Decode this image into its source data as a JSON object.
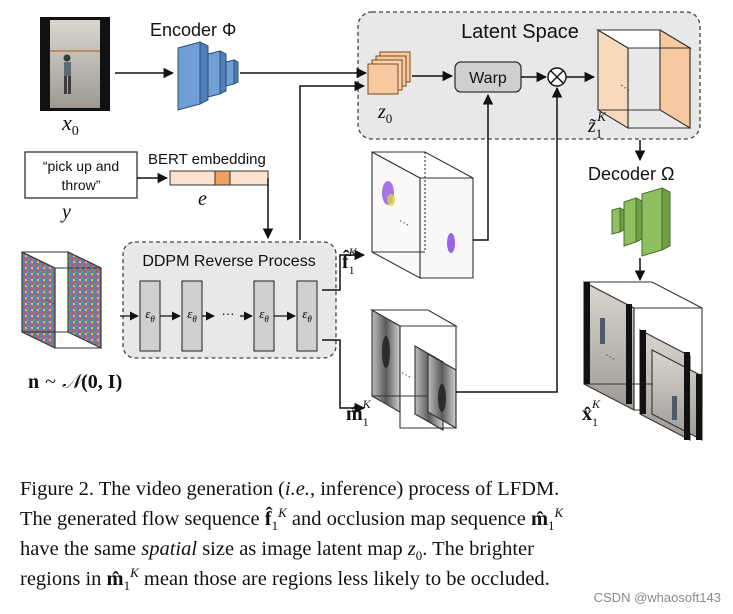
{
  "figure": {
    "labels": {
      "x0": "x",
      "x0_sub": "0",
      "encoder": "Encoder Φ",
      "latent_space": "Latent Space",
      "z0": "z",
      "z0_sub": "0",
      "warp": "Warp",
      "ztilde": "z̃",
      "ztilde_sub": "1",
      "ztilde_sup": "K",
      "decoder": "Decoder Ω",
      "prompt": "“pick up and throw”",
      "prompt_line1": "“pick up and",
      "prompt_line2": "throw”",
      "y": "y",
      "bert": "BERT embedding",
      "e": "e",
      "ddpm": "DDPM Reverse Process",
      "eps": "ε",
      "eps_sub": "θ",
      "dots": "···",
      "f_hat": "f̂",
      "f_sub": "1",
      "f_sup": "K",
      "m_hat": "m̂",
      "m_sub": "1",
      "m_sup": "K",
      "x_hat": "x̂",
      "x_sub": "1",
      "x_sup": "K",
      "noise": "n ~ 𝒩(0, I)",
      "noise_n": "n",
      "noise_tilde": "~",
      "noise_N": "𝒩",
      "noise_args": "(0, I)",
      "otimes": "⊗",
      "seq_dots": "···"
    },
    "colors": {
      "encoder_blue": "#6f9fd4",
      "latent_orange": "#f7c9a0",
      "decoder_green": "#8fc060",
      "box_gray": "#cfcfcf",
      "panel_gray": "#e6e6e6"
    }
  },
  "caption": {
    "l1_a": "Figure 2. The video generation (",
    "l1_ie": "i.e.",
    "l1_b": ", inference) process of LFDM.",
    "l2_a": "The generated flow sequence ",
    "l2_f": "f̂",
    "l2_fsub": "1",
    "l2_fsup": "K",
    "l2_b": " and occlusion map sequence ",
    "l2_m": "m̂",
    "l2_msub": "1",
    "l2_msup": "K",
    "l3_a": "have the same ",
    "l3_spatial": "spatial",
    "l3_b": " size as image latent map ",
    "l3_z": "z",
    "l3_zsub": "0",
    "l3_c": ". The brighter",
    "l4_a": "regions in ",
    "l4_m": "m̂",
    "l4_msub": "1",
    "l4_msup": "K",
    "l4_b": " mean those are regions less likely to be occluded."
  },
  "watermark": "CSDN @whaosoft143"
}
